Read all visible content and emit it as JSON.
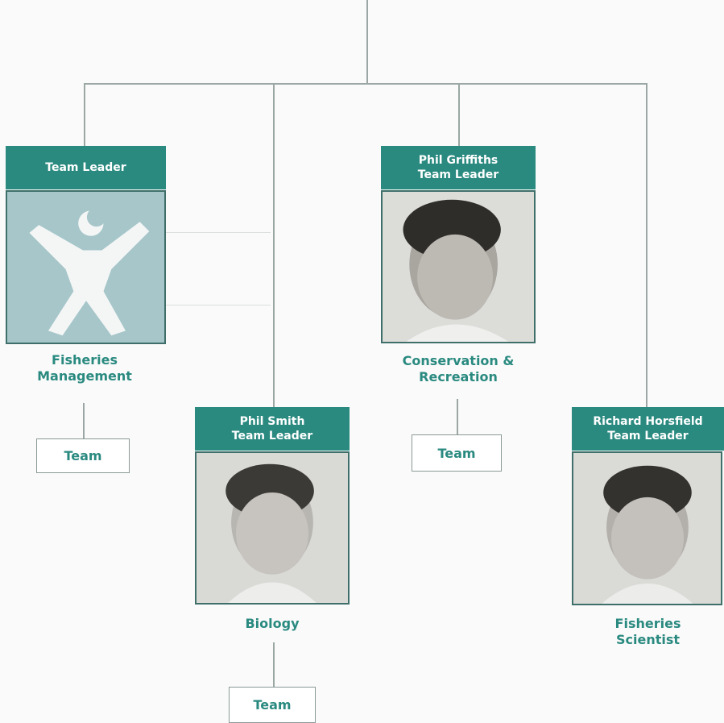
{
  "org_chart": {
    "units": [
      {
        "header_lines": [
          "Team Leader"
        ],
        "photo": "logo-icon",
        "name_lines": [
          "Fisheries",
          "Management"
        ],
        "team_label": "Team"
      },
      {
        "header_lines": [
          "Phil Smith",
          "Team Leader"
        ],
        "photo": "person-photo",
        "name_lines": [
          "Biology"
        ],
        "team_label": "Team"
      },
      {
        "header_lines": [
          "Phil Griffiths",
          "Team Leader"
        ],
        "photo": "person-photo",
        "name_lines": [
          "Conservation &",
          "Recreation"
        ],
        "team_label": "Team"
      },
      {
        "header_lines": [
          "Richard Horsfield",
          "Team Leader"
        ],
        "photo": "person-photo",
        "name_lines": [
          "Fisheries",
          "Scientist"
        ],
        "team_label": null
      }
    ]
  },
  "colors": {
    "header_bg": "#2a8a80",
    "accent_text": "#2a8a80",
    "connector": "#9aa7a4",
    "logo_bg": "#a6c6c9"
  }
}
